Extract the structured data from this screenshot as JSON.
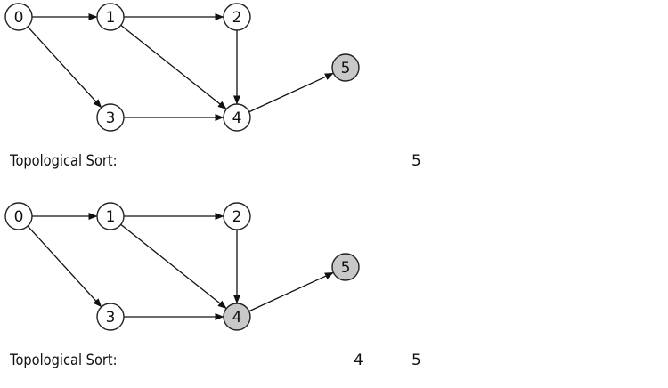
{
  "colors": {
    "visited_fill": "#c8c8c8",
    "unvisited_fill": "#ffffff",
    "stroke": "#222222"
  },
  "panels": [
    {
      "nodes": [
        {
          "id": "0",
          "label": "0",
          "visited": false
        },
        {
          "id": "1",
          "label": "1",
          "visited": false
        },
        {
          "id": "2",
          "label": "2",
          "visited": false
        },
        {
          "id": "3",
          "label": "3",
          "visited": false
        },
        {
          "id": "4",
          "label": "4",
          "visited": false
        },
        {
          "id": "5",
          "label": "5",
          "visited": true
        }
      ],
      "edges": [
        {
          "from": "0",
          "to": "1"
        },
        {
          "from": "1",
          "to": "2"
        },
        {
          "from": "0",
          "to": "3"
        },
        {
          "from": "1",
          "to": "4"
        },
        {
          "from": "2",
          "to": "4"
        },
        {
          "from": "3",
          "to": "4"
        },
        {
          "from": "4",
          "to": "5"
        }
      ],
      "sort_label": "Topological Sort:",
      "sort_values": [
        "5"
      ]
    },
    {
      "nodes": [
        {
          "id": "0",
          "label": "0",
          "visited": false
        },
        {
          "id": "1",
          "label": "1",
          "visited": false
        },
        {
          "id": "2",
          "label": "2",
          "visited": false
        },
        {
          "id": "3",
          "label": "3",
          "visited": false
        },
        {
          "id": "4",
          "label": "4",
          "visited": true
        },
        {
          "id": "5",
          "label": "5",
          "visited": true
        }
      ],
      "edges": [
        {
          "from": "0",
          "to": "1"
        },
        {
          "from": "1",
          "to": "2"
        },
        {
          "from": "0",
          "to": "3"
        },
        {
          "from": "1",
          "to": "4"
        },
        {
          "from": "2",
          "to": "4"
        },
        {
          "from": "3",
          "to": "4"
        },
        {
          "from": "4",
          "to": "5"
        }
      ],
      "sort_label": "Topological Sort:",
      "sort_values": [
        "4",
        "5"
      ]
    }
  ]
}
